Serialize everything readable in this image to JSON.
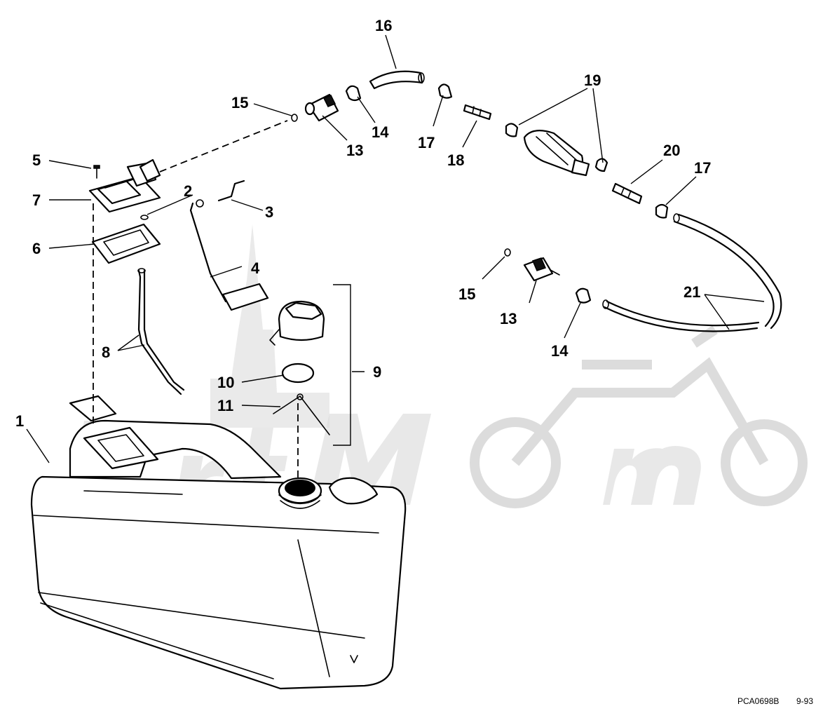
{
  "callouts": {
    "c1": "1",
    "c2": "2",
    "c3": "3",
    "c4": "4",
    "c5": "5",
    "c6": "6",
    "c7": "7",
    "c8": "8",
    "c9": "9",
    "c10": "10",
    "c11": "11",
    "c13a": "13",
    "c13b": "13",
    "c14a": "14",
    "c14b": "14",
    "c15a": "15",
    "c15b": "15",
    "c16": "16",
    "c17a": "17",
    "c17b": "17",
    "c18": "18",
    "c19": "19",
    "c20": "20",
    "c21": "21"
  },
  "footer": {
    "code": "PCA0698B",
    "date": "9-93"
  },
  "watermark": {
    "text": "PartMotor",
    "icon": "motorcycle-watermark"
  }
}
